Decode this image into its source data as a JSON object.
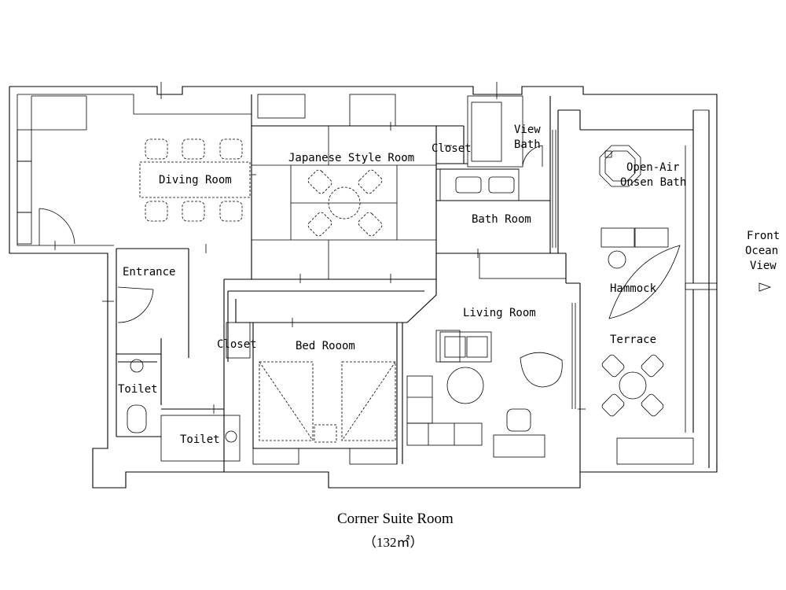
{
  "rooms": {
    "diving": "Diving Room",
    "japanese": "Japanese Style Room",
    "closet_top": "Closet",
    "view_bath_1": "View",
    "view_bath_2": "Bath",
    "onsen_1": "Open-Air",
    "onsen_2": "Onsen Bath",
    "bath_room": "Bath Room",
    "entrance": "Entrance",
    "hammock": "Hammock",
    "living": "Living Room",
    "terrace": "Terrace",
    "closet_mid": "Closet",
    "bed": "Bed Rooom",
    "toilet_1": "Toilet",
    "toilet_2": "Toilet"
  },
  "view_label": {
    "line1": "Front",
    "line2": "Ocean",
    "line3": "View"
  },
  "caption": {
    "title": "Corner Suite Room",
    "area": "（132㎡）"
  }
}
